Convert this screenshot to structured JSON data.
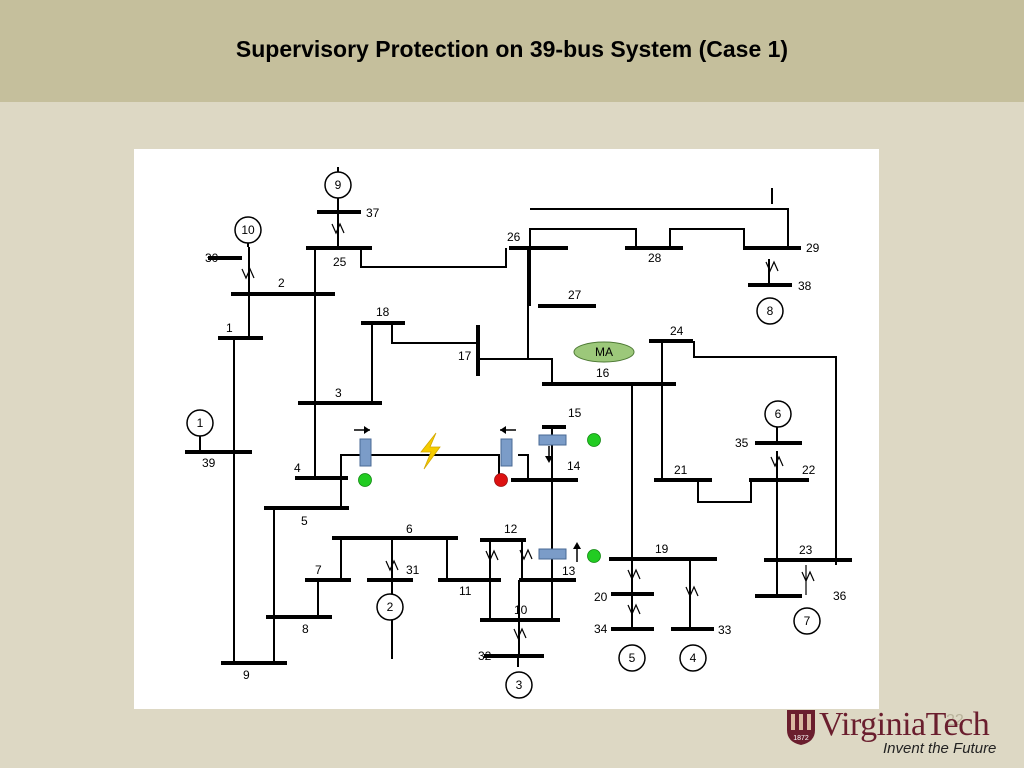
{
  "slide": {
    "title": "Supervisory Protection on 39-bus System (Case 1)",
    "slide_number": "22"
  },
  "diagram": {
    "buses": [
      "1",
      "2",
      "3",
      "4",
      "5",
      "6",
      "7",
      "8",
      "9",
      "10",
      "11",
      "12",
      "13",
      "14",
      "15",
      "16",
      "17",
      "18",
      "19",
      "20",
      "21",
      "22",
      "23",
      "24",
      "25",
      "26",
      "27",
      "28",
      "29",
      "30",
      "31",
      "32",
      "33",
      "34",
      "35",
      "36",
      "37",
      "38",
      "39"
    ],
    "generators": [
      "1",
      "2",
      "3",
      "4",
      "5",
      "6",
      "7",
      "8",
      "9",
      "10"
    ],
    "agent_label": "MA",
    "colors": {
      "breaker": "#7b9cc8",
      "closed": "#22cc22",
      "tripped": "#dd1111",
      "fault": "#f5cc00",
      "agent": "#9cc87a"
    }
  },
  "logo": {
    "name": "VirginiaTech",
    "tagline": "Invent the Future",
    "seal": "1872"
  }
}
